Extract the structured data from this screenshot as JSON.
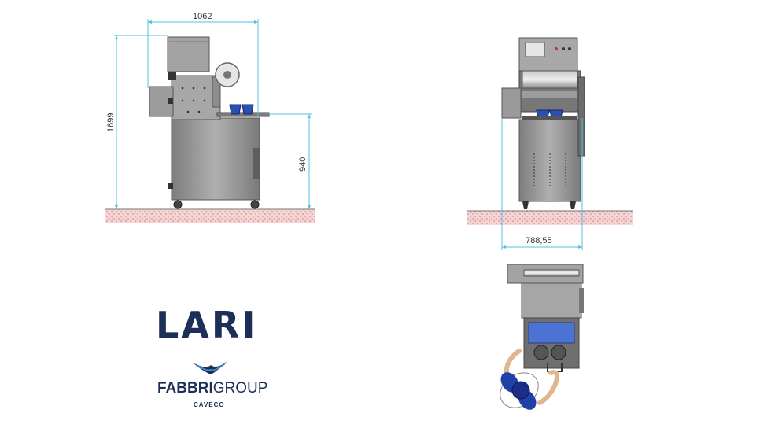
{
  "dimensions": {
    "width_label": "1062",
    "height_label": "1699",
    "table_height_label": "940",
    "depth_label": "788,55"
  },
  "brand": {
    "lari": "LARI",
    "fabbri": "FABBRI",
    "group": "GROUP",
    "caveco": "CAVECO"
  },
  "colors": {
    "dimension_line": "#52c0dc",
    "machine_steel": "#9a9a9a",
    "floor": "#e9b9b9",
    "brand_navy": "#1b2f57",
    "brand_blue": "#3f86c8",
    "trays": "#2b4fb5"
  }
}
